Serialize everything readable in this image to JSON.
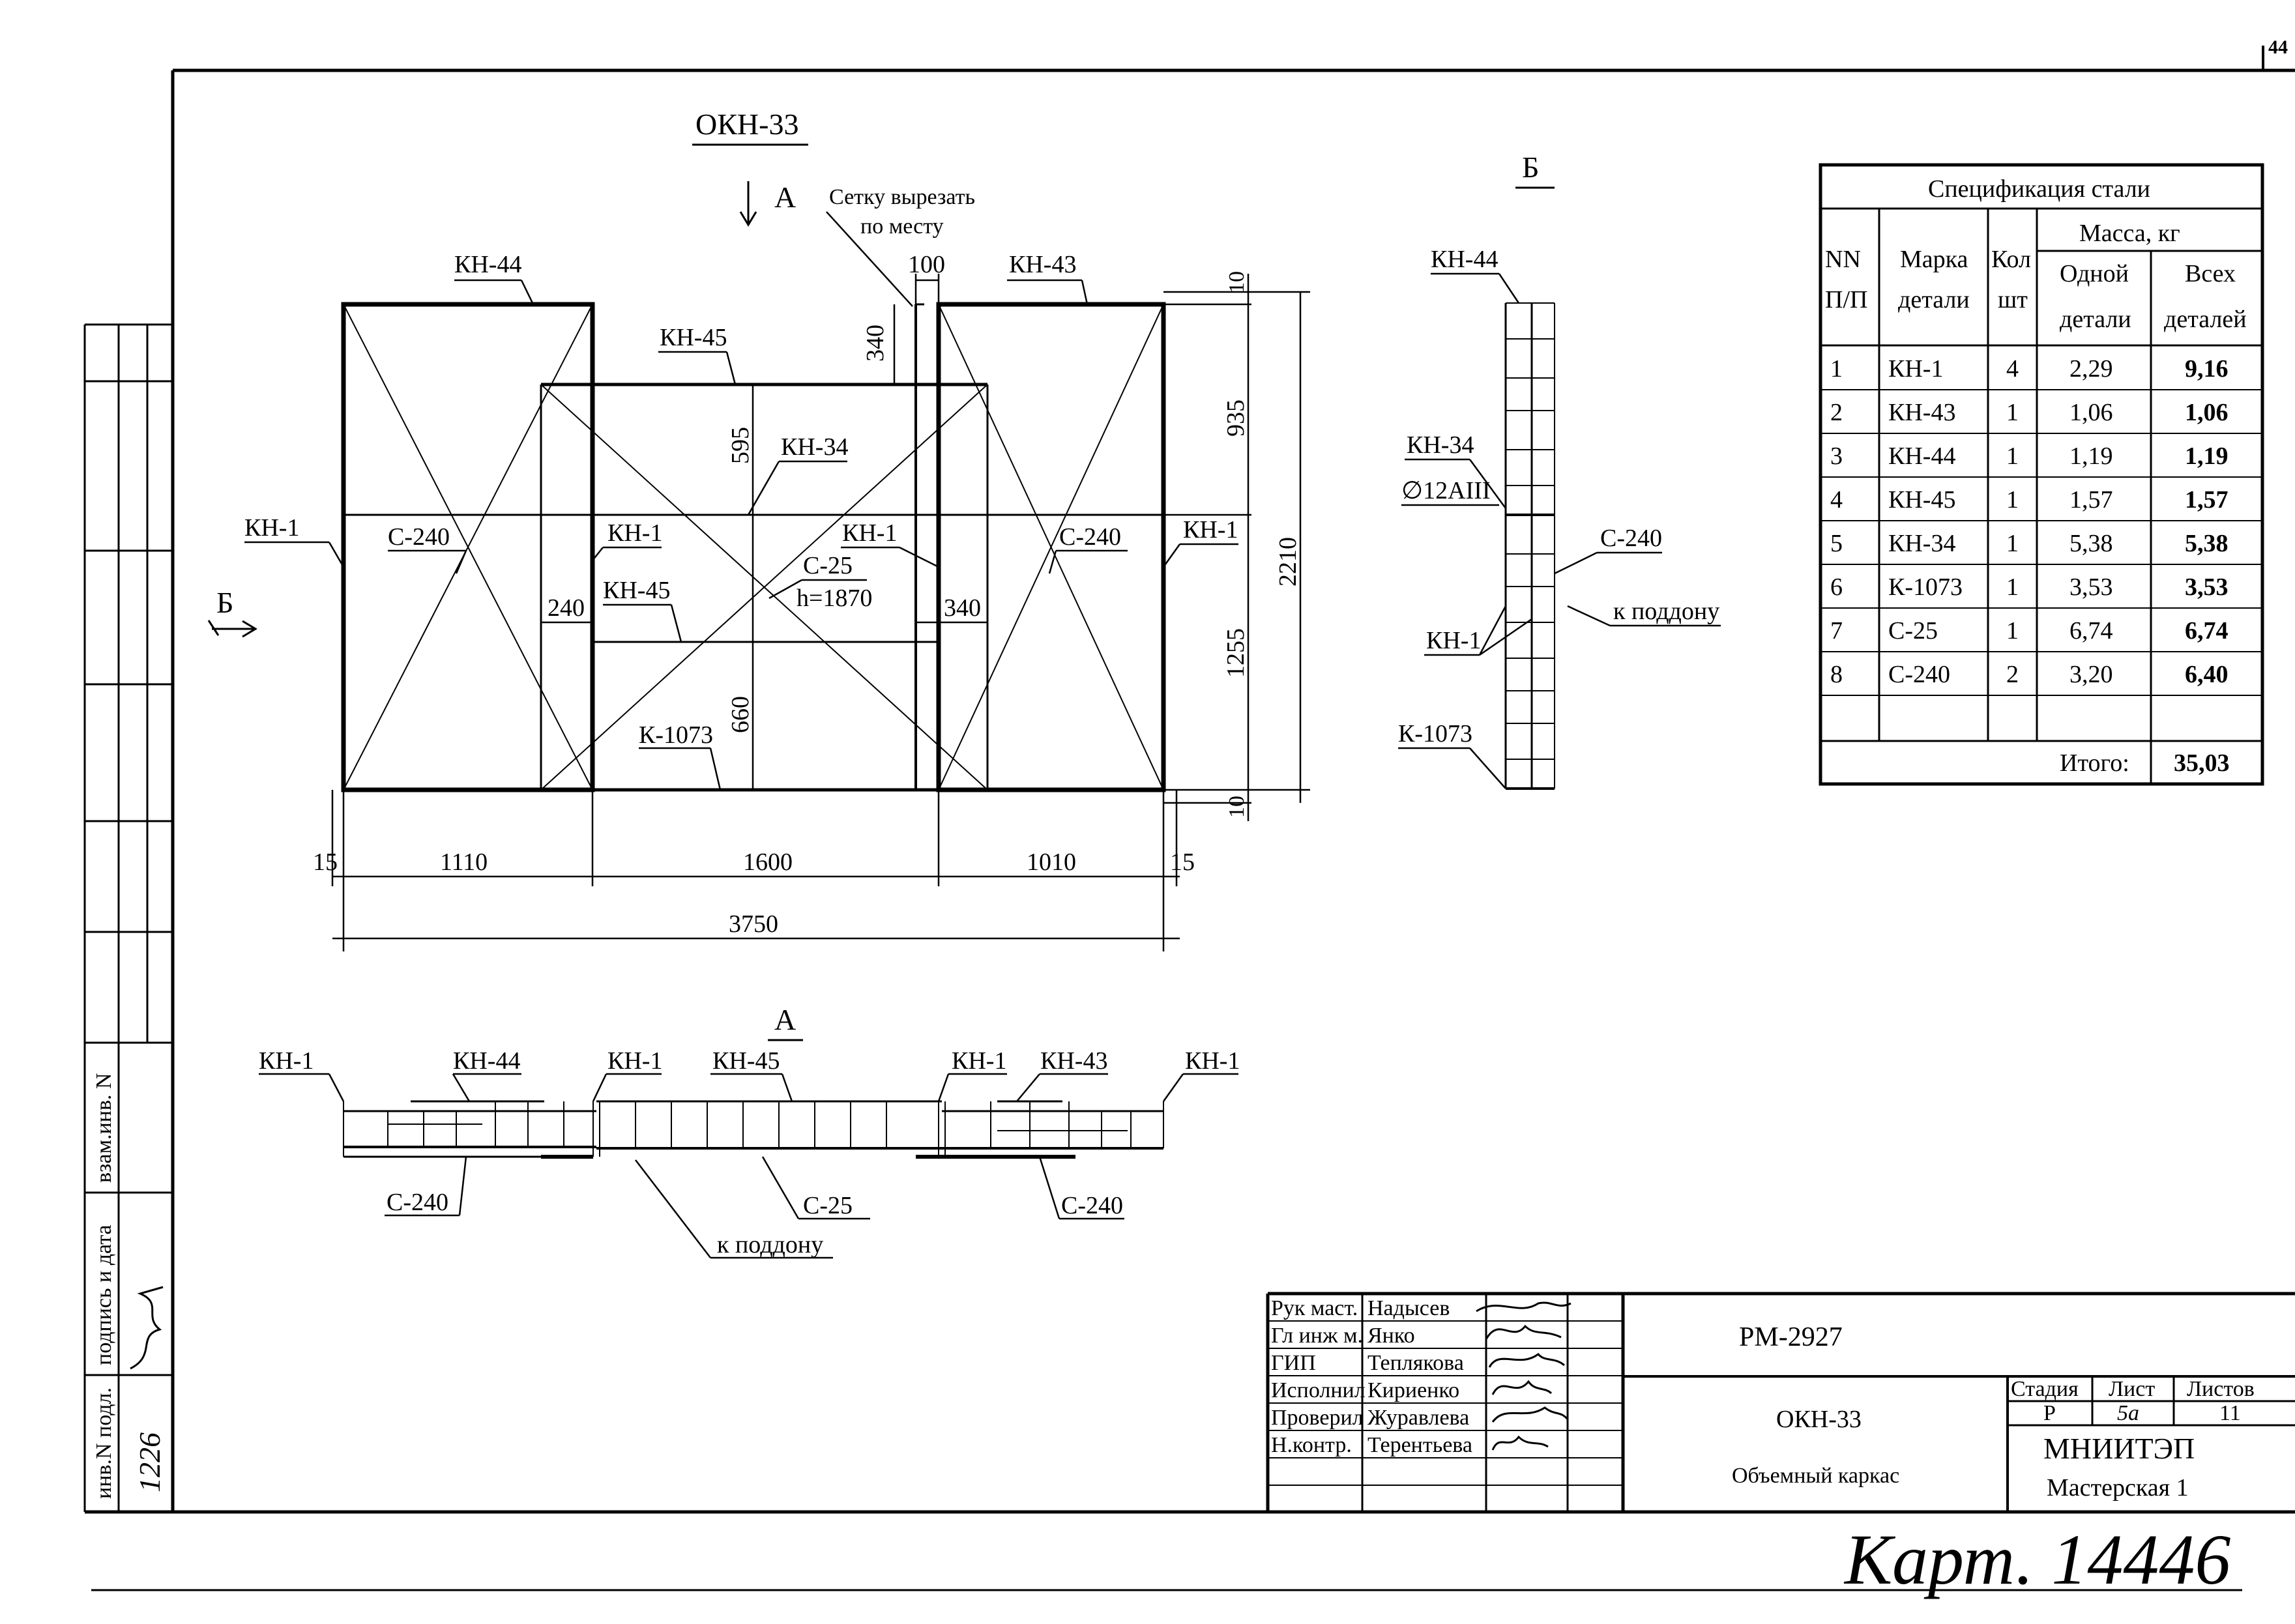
{
  "page_number": "44",
  "drawing": {
    "title": "ОКН-33",
    "section_a_mark": "А",
    "section_b_mark": "Б",
    "cut_note_line1": "Сетку вырезать",
    "cut_note_line2": "по месту",
    "labels": {
      "kn44": "КН-44",
      "kn43": "КН-43",
      "kn45": "КН-45",
      "kn34": "КН-34",
      "kn1": "КН-1",
      "c240": "С-240",
      "c25": "С-25",
      "h": "h=1870",
      "k1073": "К-1073"
    },
    "dims": {
      "d100": "100",
      "d10": "10",
      "d340": "340",
      "d595": "595",
      "d935": "935",
      "d2210": "2210",
      "d240": "240",
      "d1255": "1255",
      "d660": "660",
      "d15": "15",
      "d1110": "1110",
      "d1600": "1600",
      "d1010": "1010",
      "d3750": "3750"
    }
  },
  "section_b": {
    "title": "Б",
    "kn44": "КН-44",
    "kn34": "КН-34",
    "rebar": "∅12АIII",
    "c240": "С-240",
    "to_pallet": "к поддону",
    "kn1": "КН-1",
    "k1073": "К-1073"
  },
  "section_a": {
    "title": "А",
    "kn1": "КН-1",
    "kn44": "КН-44",
    "kn45": "КН-45",
    "kn43": "КН-43",
    "c240": "С-240",
    "c25": "С-25",
    "to_pallet": "к поддону"
  },
  "spec_table": {
    "title": "Спецификация стали",
    "col_nn_1": "NN",
    "col_nn_2": "П/П",
    "col_mark_1": "Марка",
    "col_mark_2": "детали",
    "col_qty_1": "Кол",
    "col_qty_2": "шт",
    "col_mass": "Масса, кг",
    "col_one_1": "Одной",
    "col_one_2": "детали",
    "col_all_1": "Всех",
    "col_all_2": "деталей",
    "rows": [
      {
        "n": "1",
        "mark": "КН-1",
        "qty": "4",
        "one": "2,29",
        "all": "9,16"
      },
      {
        "n": "2",
        "mark": "КН-43",
        "qty": "1",
        "one": "1,06",
        "all": "1,06"
      },
      {
        "n": "3",
        "mark": "КН-44",
        "qty": "1",
        "one": "1,19",
        "all": "1,19"
      },
      {
        "n": "4",
        "mark": "КН-45",
        "qty": "1",
        "one": "1,57",
        "all": "1,57"
      },
      {
        "n": "5",
        "mark": "КН-34",
        "qty": "1",
        "one": "5,38",
        "all": "5,38"
      },
      {
        "n": "6",
        "mark": "К-1073",
        "qty": "1",
        "one": "3,53",
        "all": "3,53"
      },
      {
        "n": "7",
        "mark": "С-25",
        "qty": "1",
        "one": "6,74",
        "all": "6,74"
      },
      {
        "n": "8",
        "mark": "С-240",
        "qty": "2",
        "one": "3,20",
        "all": "6,40"
      }
    ],
    "total_label": "Итого:",
    "total_value": "35,03"
  },
  "title_block": {
    "roles": [
      "Рук маст.",
      "Гл инж м.",
      "ГИП",
      "Исполнил",
      "Проверил",
      "Н.контр."
    ],
    "names": [
      "Надысев",
      "Янко",
      "Теплякова",
      "Кириенко",
      "Журавлева",
      "Терентьева"
    ],
    "code": "РМ-2927",
    "item": "ОКН-33",
    "description": "Объемный каркас",
    "stage_label": "Стадия",
    "sheet_label": "Лист",
    "sheets_label": "Листов",
    "stage": "Р",
    "sheet": "5а",
    "sheets": "11",
    "org": "МНИИТЭП",
    "workshop": "Мастерская 1"
  },
  "side_stamp": {
    "inv_orig": "инв.N подл.",
    "sign_date": "подпись и дата",
    "inv_repl": "взам.инв. N",
    "inv_number_handwritten": "1226"
  },
  "footer_handwritten": "Карт. 14446"
}
